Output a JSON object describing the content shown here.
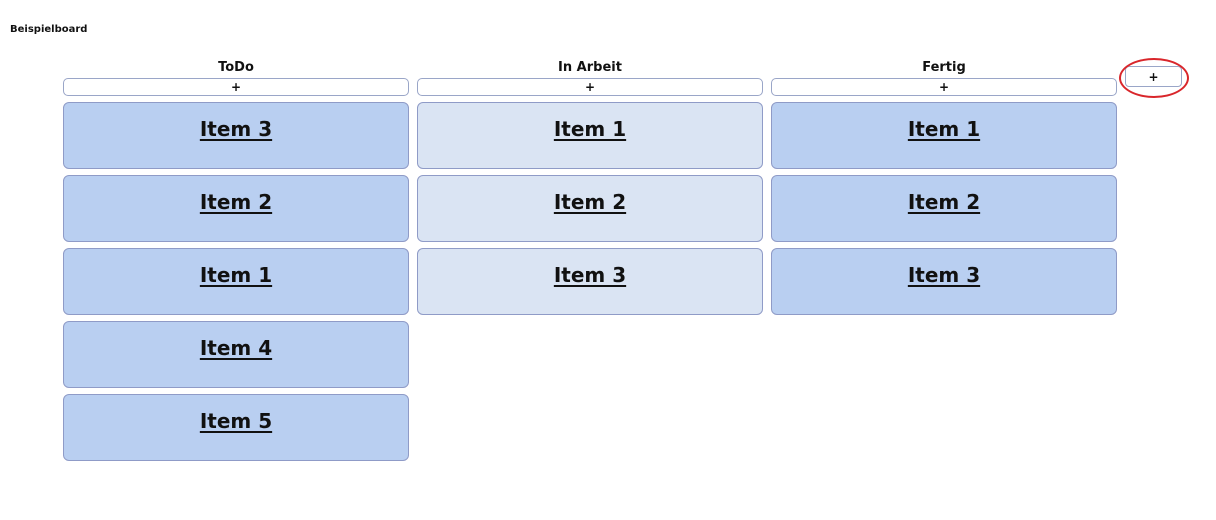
{
  "board": {
    "title": "Beispielboard",
    "add_column_label": "+"
  },
  "columns": [
    {
      "title": "ToDo",
      "add_label": "+",
      "cards": [
        {
          "label": "Item 3"
        },
        {
          "label": "Item 2"
        },
        {
          "label": "Item 1"
        },
        {
          "label": "Item 4"
        },
        {
          "label": "Item 5"
        }
      ]
    },
    {
      "title": "In Arbeit",
      "add_label": "+",
      "cards": [
        {
          "label": "Item 1"
        },
        {
          "label": "Item 2"
        },
        {
          "label": "Item 3"
        }
      ]
    },
    {
      "title": "Fertig",
      "add_label": "+",
      "cards": [
        {
          "label": "Item 1"
        },
        {
          "label": "Item 2"
        },
        {
          "label": "Item 3"
        }
      ]
    }
  ],
  "colors": {
    "card_default": "#b9cff1",
    "card_in_progress": "#dae4f3",
    "card_border": "#8f9bc7",
    "highlight": "#d9262b"
  }
}
